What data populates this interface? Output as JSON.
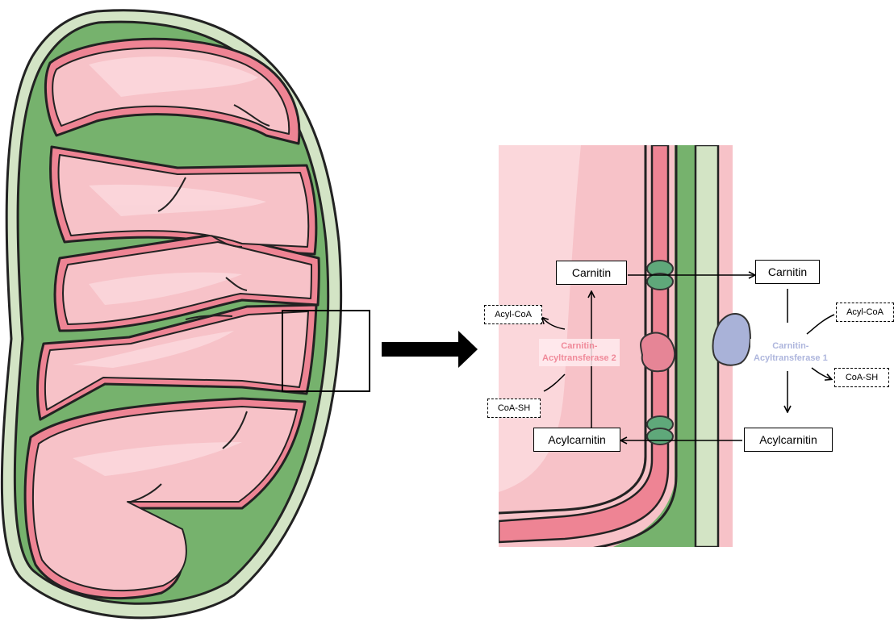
{
  "labels": {
    "carnitin_matrix": "Carnitin",
    "carnitin_cytosol": "Carnitin",
    "acylcarnitin_matrix": "Acylcarnitin",
    "acylcarnitin_cytosol": "Acylcarnitin",
    "acyl_coa_matrix": "Acyl-CoA",
    "acyl_coa_cytosol": "Acyl-CoA",
    "coa_sh_matrix": "CoA-SH",
    "coa_sh_cytosol": "CoA-SH"
  },
  "enzymes": {
    "cat2": {
      "line1": "Carnitin-",
      "line2": "Acyltransferase 2",
      "color": "#F08A9A"
    },
    "cat1": {
      "line1": "Carnitin-",
      "line2": "Acyltransferase 1",
      "color": "#AEB6DD"
    }
  },
  "colors": {
    "outer_membrane": "#D3E4C5",
    "intermembrane_space": "#76B26D",
    "inner_membrane": "#EE8494",
    "matrix": "#F7C2C8",
    "matrix_light": "#FBD7DB",
    "transporter": "#5FA87A",
    "cat1_protein": "#A9B2D8",
    "cat2_protein": "#E68596"
  }
}
